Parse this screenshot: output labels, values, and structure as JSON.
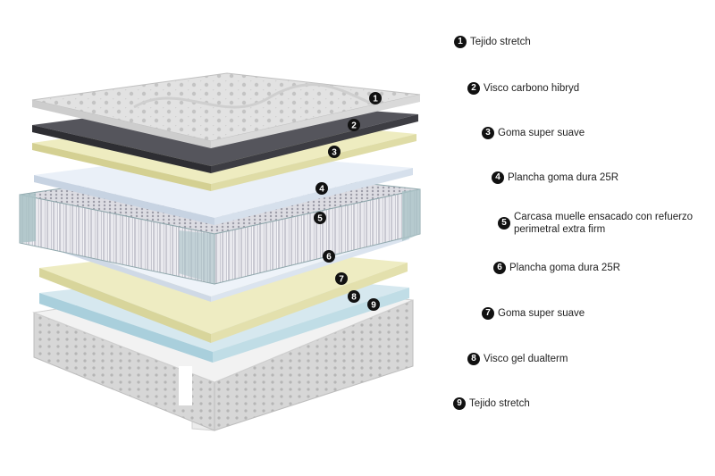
{
  "colors": {
    "badge": "#111111",
    "badge_text": "#ffffff",
    "quilted_top": "#e6e6e6",
    "visco_carbon": "#4a4a50",
    "soft_foam": "#e8e6b4",
    "hard_foam": "#e4ecf5",
    "spring_frame": "#a9c2c6",
    "gel_layer": "#b9d8e2",
    "cover": "#d2d2d2"
  },
  "layers": [
    {
      "number": "1",
      "label": "Tejido stretch",
      "icon": "quilted-fabric-layer"
    },
    {
      "number": "2",
      "label": "Visco carbono hibryd",
      "icon": "carbon-visco-layer"
    },
    {
      "number": "3",
      "label": "Goma super suave",
      "icon": "soft-foam-layer"
    },
    {
      "number": "4",
      "label": "Plancha goma dura 25R",
      "icon": "hard-foam-layer"
    },
    {
      "number": "5",
      "label": "Carcasa muelle ensacado con refuerzo",
      "label_line2": "perimetral extra firm",
      "icon": "pocket-spring-layer"
    },
    {
      "number": "6",
      "label": "Plancha goma dura 25R",
      "icon": "hard-foam-layer"
    },
    {
      "number": "7",
      "label": "Goma super suave",
      "icon": "soft-foam-layer"
    },
    {
      "number": "8",
      "label": "Visco gel dualterm",
      "icon": "gel-visco-layer"
    },
    {
      "number": "9",
      "label": "Tejido stretch",
      "icon": "fabric-cover-layer"
    }
  ]
}
